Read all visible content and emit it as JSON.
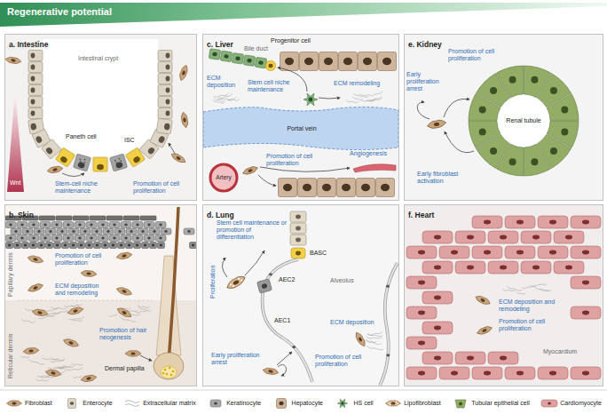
{
  "diagram": {
    "title": "Regenerative potential",
    "nodes": [
      {
        "text": [
          "a. Intestine"
        ]
      },
      {
        "text": [
          "b. Skin"
        ]
      },
      {
        "text": [
          "c. Liver"
        ]
      },
      {
        "text": [
          "d. Lung"
        ]
      },
      {
        "text": [
          "e. Kidney"
        ]
      },
      {
        "text": [
          "f. Heart"
        ]
      }
    ],
    "labels": [
      "Intestinal crypt",
      "Wnt",
      "Paneth cell",
      "ISC",
      "Stem-cell niche maintenance",
      "Promotion of cell proliferation",
      "Papillary dermis",
      "Reticular dermis",
      "Promotion of cell proliferation",
      "ECM deposition and remodeling",
      "Promotion of hair neogenesis",
      "Dermal papilla",
      "Bile duct",
      "Progenitor cell",
      "ECM deposition",
      "Stem cell niche maintenance",
      "ECM remodeling",
      "Portal vein",
      "Angiogenesis",
      "Promotion of cell proliferation",
      "Artery",
      "Stem cell maintenance or promotion of differentiation",
      "BASC",
      "Proliferation",
      "AEC2",
      "AEC1",
      "Alveolus",
      "ECM deposition",
      "Early proliferation arrest",
      "Promotion of cell proliferation",
      "Early proliferation arrest",
      "Promotion of cell proliferation",
      "Renal tubule",
      "Early fibroblast activation",
      "ECM deposition and remodeling",
      "Promotion of cell proliferation",
      "Myocardium"
    ],
    "legend": [
      {
        "text": "Fibroblast"
      },
      {
        "text": "Enterocyte"
      },
      {
        "text": "Extracellular matrix"
      },
      {
        "text": "Keratinocyte"
      },
      {
        "text": "Hepatocyte"
      },
      {
        "text": "HS cell"
      },
      {
        "text": "Lipofibroblast"
      },
      {
        "text": "Tubular epithelial cell"
      },
      {
        "text": "Cardiomyocyte"
      }
    ]
  }
}
